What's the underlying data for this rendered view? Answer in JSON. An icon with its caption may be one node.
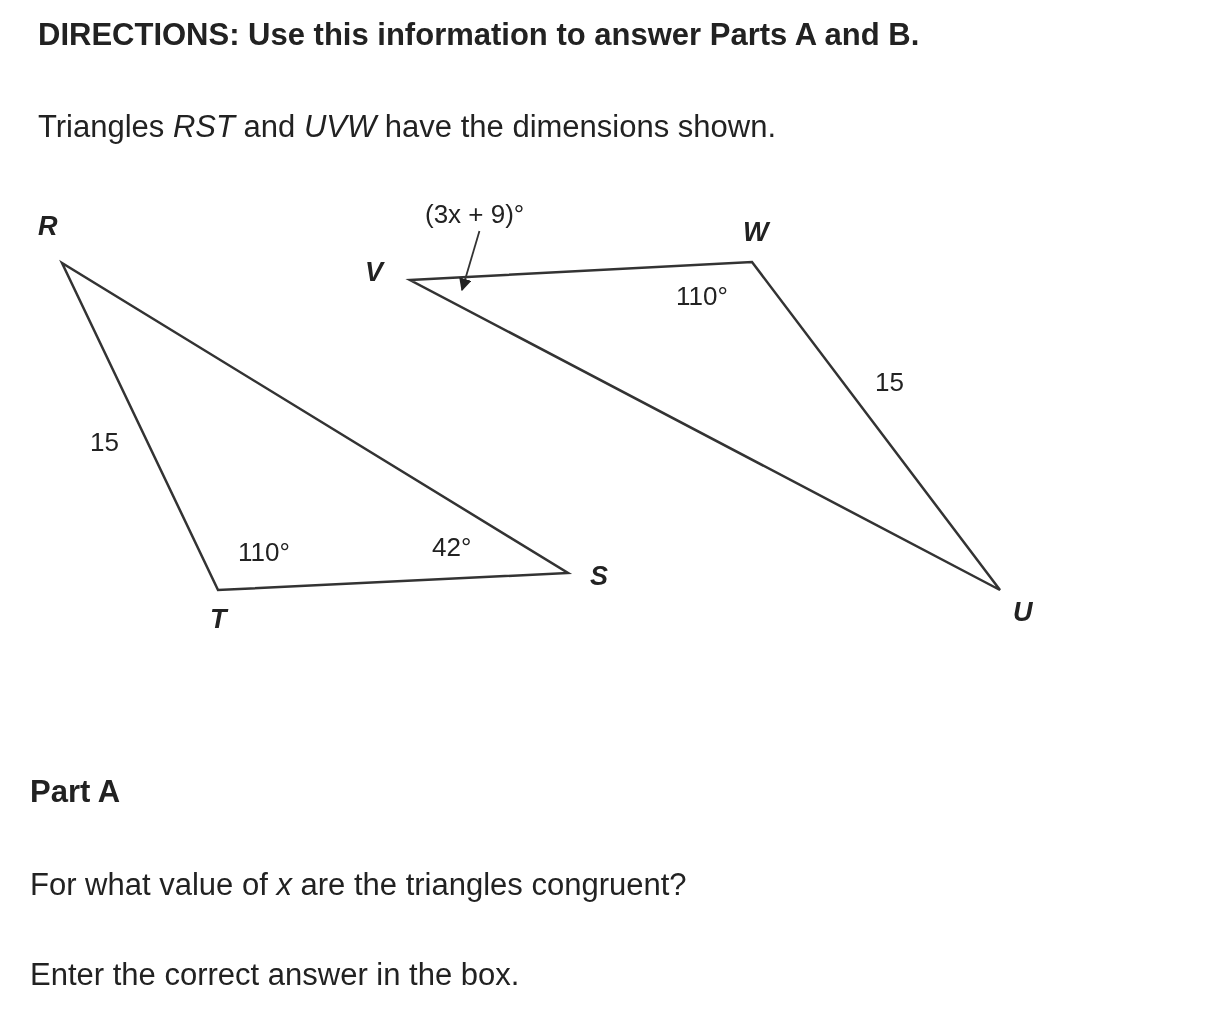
{
  "diagram": {
    "title": "DIRECTIONS: Use this information to answer Parts A and B.",
    "nodes": [
      {
        "text": [
          "(3x + 9)°"
        ]
      },
      {
        "text": [],
        "shape": "triangle"
      }
    ],
    "edges": [
      {
        "from": 0,
        "to": 1,
        "arrow": "to"
      }
    ],
    "labels": [
      "Triangles *RST* and *UVW* have the dimensions shown.",
      "R",
      "W",
      "V",
      "110°",
      "15",
      "15",
      "110°",
      "42°",
      "S",
      "T",
      "U",
      "Part A",
      "For what value of *x* are the triangles congruent?",
      "Enter the correct answer in the box."
    ]
  }
}
